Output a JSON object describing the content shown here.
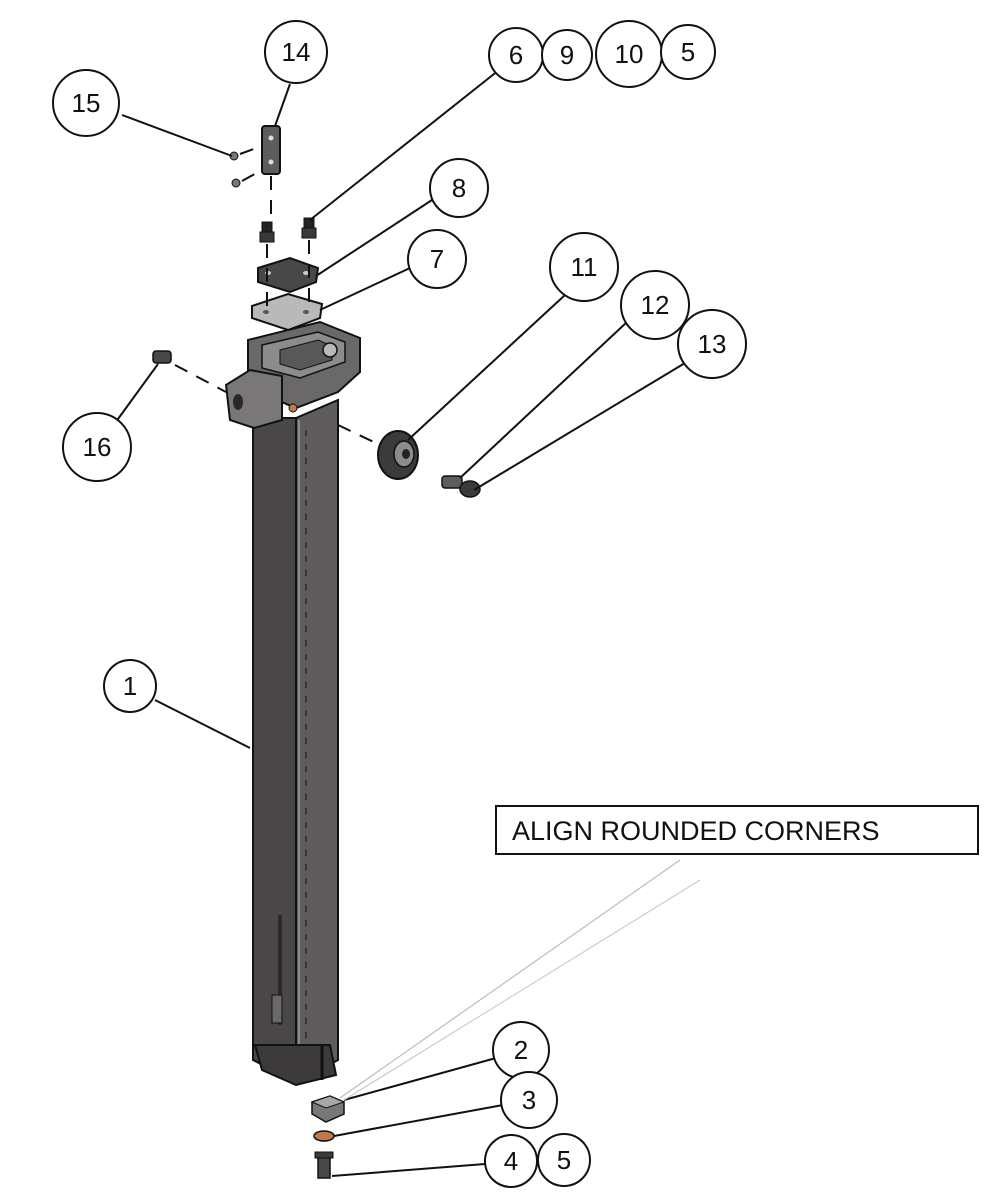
{
  "callouts": {
    "c1": "1",
    "c2": "2",
    "c3": "3",
    "c4": "4",
    "c5a": "5",
    "c5b": "5",
    "c6": "6",
    "c7": "7",
    "c8": "8",
    "c9": "9",
    "c10": "10",
    "c11": "11",
    "c12": "12",
    "c13": "13",
    "c14": "14",
    "c15": "15",
    "c16": "16"
  },
  "note": "ALIGN ROUNDED CORNERS",
  "colors": {
    "post_dark": "#4a4748",
    "post_mid": "#6b6869",
    "post_light": "#8e8b8c",
    "plate_gray": "#b9b9b9",
    "washer_copper": "#c07a4a",
    "outline": "#111111"
  }
}
